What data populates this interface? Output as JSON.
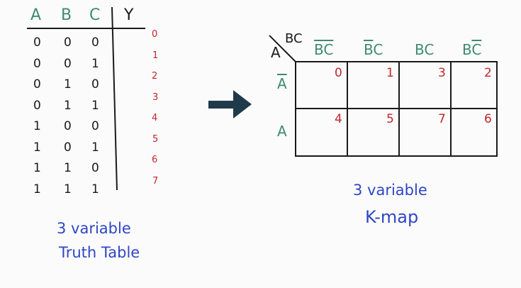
{
  "truth_table": {
    "headers": [
      "A",
      "B",
      "C",
      "Y"
    ],
    "rows": [
      [
        "0",
        "0",
        "0"
      ],
      [
        "0",
        "0",
        "1"
      ],
      [
        "0",
        "1",
        "0"
      ],
      [
        "0",
        "1",
        "1"
      ],
      [
        "1",
        "0",
        "0"
      ],
      [
        "1",
        "0",
        "1"
      ],
      [
        "1",
        "1",
        "0"
      ],
      [
        "1",
        "1",
        "1"
      ]
    ],
    "row_indices": [
      "0",
      "1",
      "2",
      "3",
      "4",
      "5",
      "6",
      "7"
    ],
    "caption_line1": "3 variable",
    "caption_line2": "Truth Table"
  },
  "kmap": {
    "corner_row_var": "A",
    "corner_col_var": "BC",
    "col_headers": [
      {
        "b": "B",
        "c": "C",
        "b_bar": true,
        "c_bar": true
      },
      {
        "b": "B",
        "c": "C",
        "b_bar": true,
        "c_bar": false
      },
      {
        "b": "B",
        "c": "C",
        "b_bar": false,
        "c_bar": false
      },
      {
        "b": "B",
        "c": "C",
        "b_bar": false,
        "c_bar": true
      }
    ],
    "row_headers": [
      {
        "label": "A",
        "bar": true
      },
      {
        "label": "A",
        "bar": false
      }
    ],
    "cells": [
      [
        "0",
        "1",
        "3",
        "2"
      ],
      [
        "4",
        "5",
        "7",
        "6"
      ]
    ],
    "caption_line1": "3 variable",
    "caption_line2": "K-map"
  },
  "colors": {
    "header_green": "#3e8a72",
    "index_red": "#c1272d",
    "caption_blue": "#2f46c8",
    "arrow": "#1f3a4a",
    "ink": "#1a1a1a"
  }
}
